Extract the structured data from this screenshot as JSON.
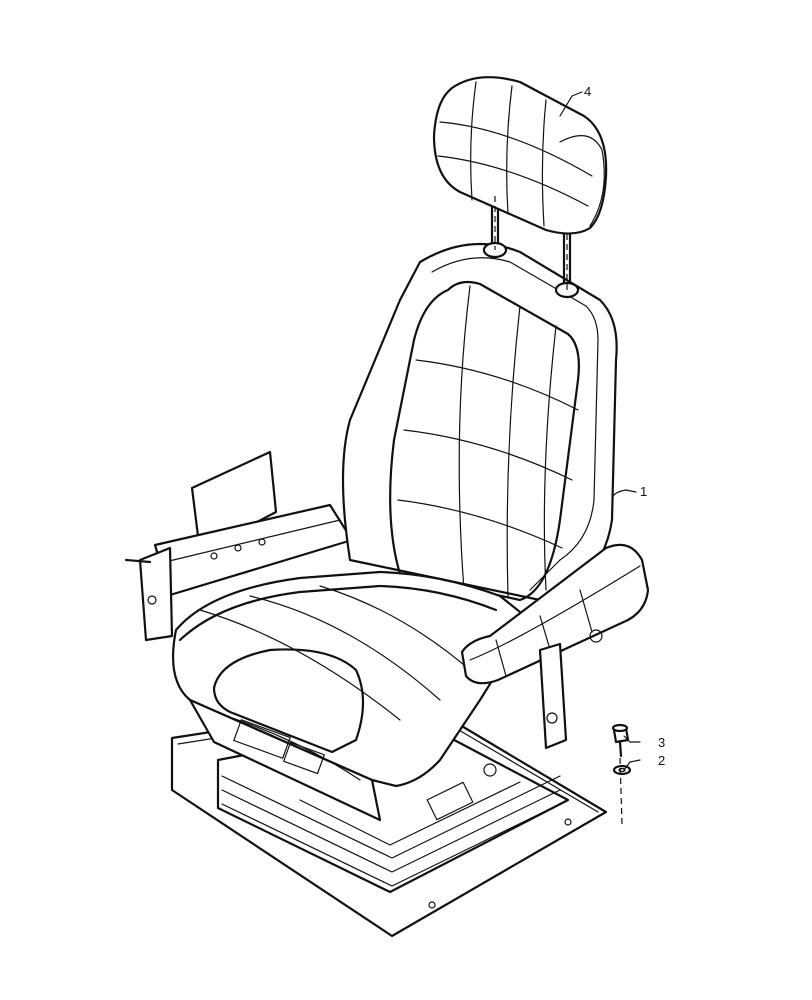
{
  "callouts": [
    {
      "id": "headrest",
      "label": "4"
    },
    {
      "id": "seat",
      "label": "1"
    },
    {
      "id": "bolt",
      "label": "3"
    },
    {
      "id": "washer",
      "label": "2"
    }
  ]
}
